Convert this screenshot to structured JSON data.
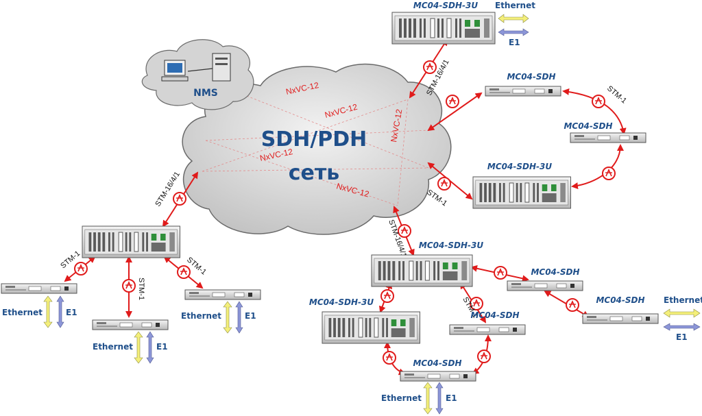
{
  "colors": {
    "link": "#e01b1b",
    "label_blue": "#1f4f8a",
    "ethernet_arrow": "#f4ef7a",
    "e1_arrow": "#8c96d8",
    "cloud": "#d6d6d6"
  },
  "cloud": {
    "title": "SDH/PDH",
    "subtitle": "сеть",
    "nms": "NMS",
    "vc_label": "NxVC-12"
  },
  "nodes": {
    "top_3u": "MC04-SDH-3U",
    "ring_sdh_a": "MC04-SDH",
    "ring_sdh_b": "MC04-SDH",
    "ring_3u": "MC04-SDH-3U",
    "bottom_3u": "MC04-SDH-3U",
    "bottom_left_3u": "MC04-SDH-3U",
    "bottom_mid_sdh": "MC04-SDH",
    "bottom_bottom_sdh": "MC04-SDH",
    "bottom_right_sdh_a": "MC04-SDH",
    "bottom_right_sdh_b": "MC04-SDH"
  },
  "links": {
    "stm_multi": "STM-16/4/1",
    "stm_1": "STM-1"
  },
  "legend": {
    "ethernet": "Ethernet",
    "e1": "E1"
  }
}
